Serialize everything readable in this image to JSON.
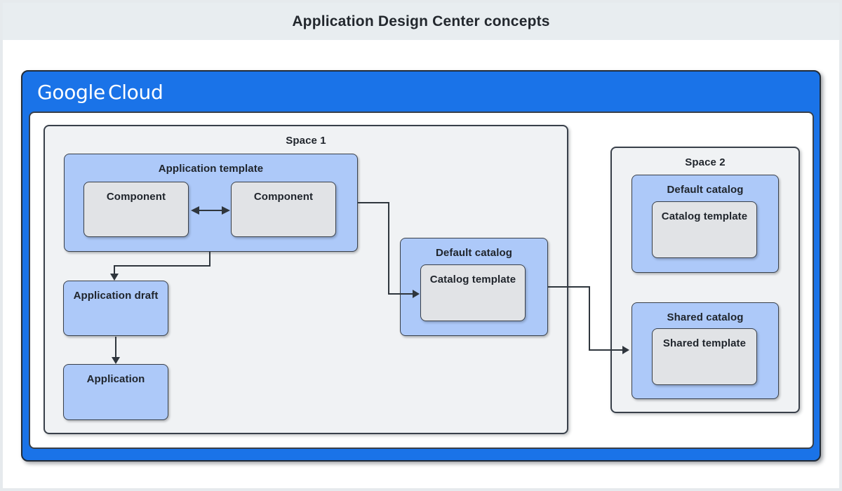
{
  "page": {
    "title": "Application Design Center concepts"
  },
  "brand": {
    "name": "Google Cloud",
    "google": "Google",
    "cloud": "Cloud"
  },
  "diagram": {
    "space1": {
      "label": "Space 1",
      "application_template": {
        "label": "Application template",
        "components": [
          "Component",
          "Component"
        ]
      },
      "application_draft": {
        "label": "Application draft"
      },
      "application": {
        "label": "Application"
      },
      "default_catalog": {
        "label": "Default catalog",
        "template": {
          "label": "Catalog template"
        }
      }
    },
    "space2": {
      "label": "Space 2",
      "default_catalog": {
        "label": "Default catalog",
        "template": {
          "label": "Catalog template"
        }
      },
      "shared_catalog": {
        "label": "Shared catalog",
        "template": {
          "label": "Shared template"
        }
      }
    }
  },
  "colors": {
    "google_blue": "#1a73e8",
    "box_blue": "#adc9f9",
    "box_gray": "#e1e3e6",
    "space_bg": "#f0f2f4",
    "border_dark": "#39404a",
    "connector": "#2f363d",
    "titlebar_bg": "#e8edf0",
    "page_border": "#e6eaed",
    "text_dark": "#1f242b",
    "logo_text": "#ffffff"
  }
}
